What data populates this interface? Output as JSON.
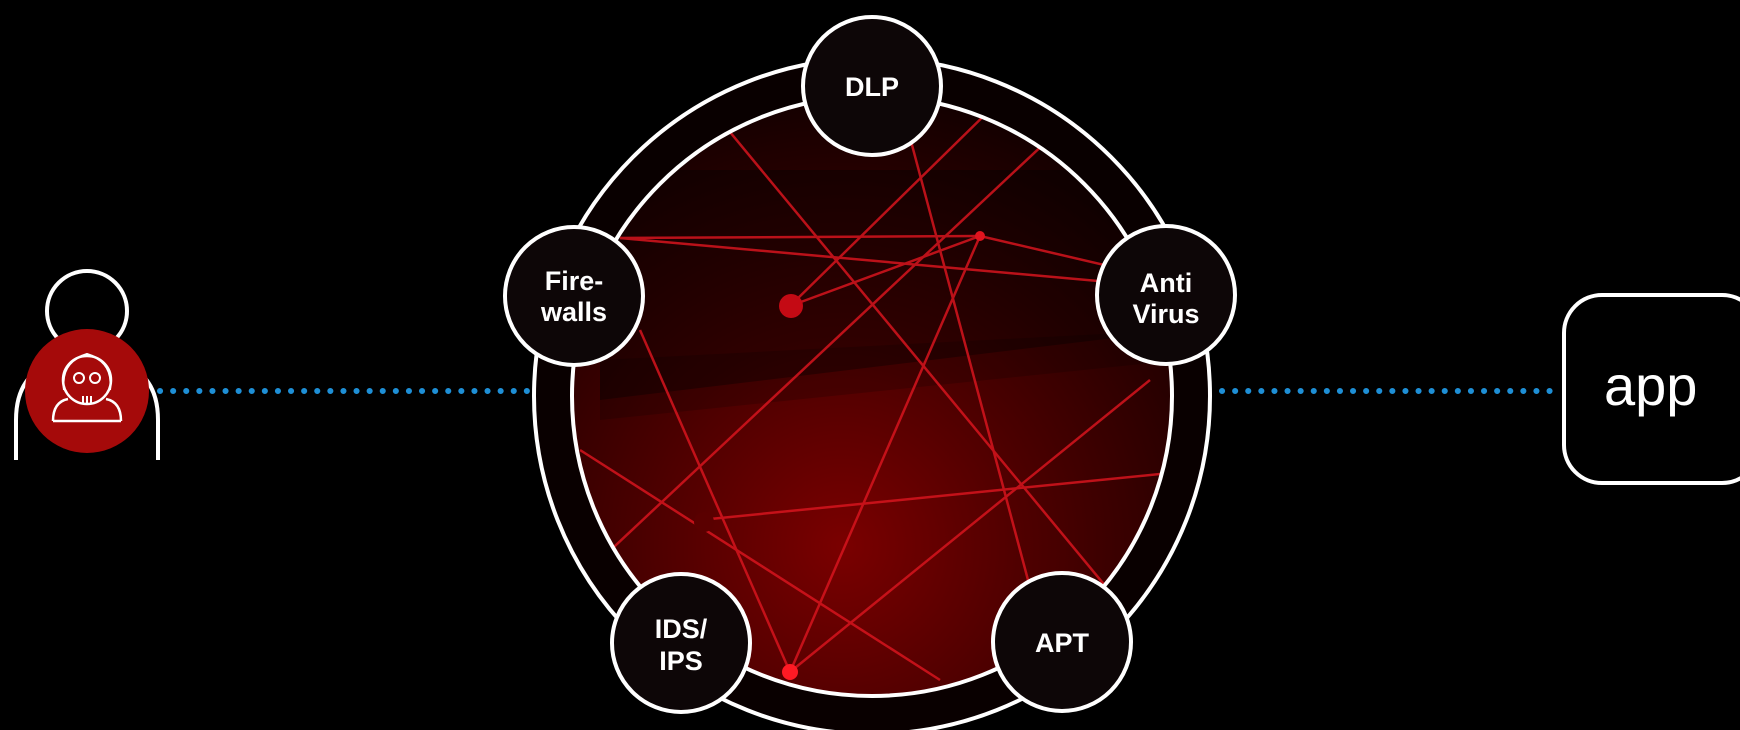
{
  "colors": {
    "background": "#000000",
    "ring": "#ffffff",
    "threat_red": "#a50a0a",
    "connector_blue": "#1e8fd6",
    "network_line": "#d6141e"
  },
  "attacker": {
    "icon": "hacker-skull-icon"
  },
  "defense_layers": [
    {
      "id": "dlp",
      "lines": [
        "DLP"
      ]
    },
    {
      "id": "antivirus",
      "lines": [
        "Anti",
        "Virus"
      ]
    },
    {
      "id": "apt",
      "lines": [
        "APT"
      ]
    },
    {
      "id": "ids-ips",
      "lines": [
        "IDS/",
        "IPS"
      ]
    },
    {
      "id": "firewalls",
      "lines": [
        "Fire-",
        "walls"
      ]
    }
  ],
  "target": {
    "label": "app"
  }
}
